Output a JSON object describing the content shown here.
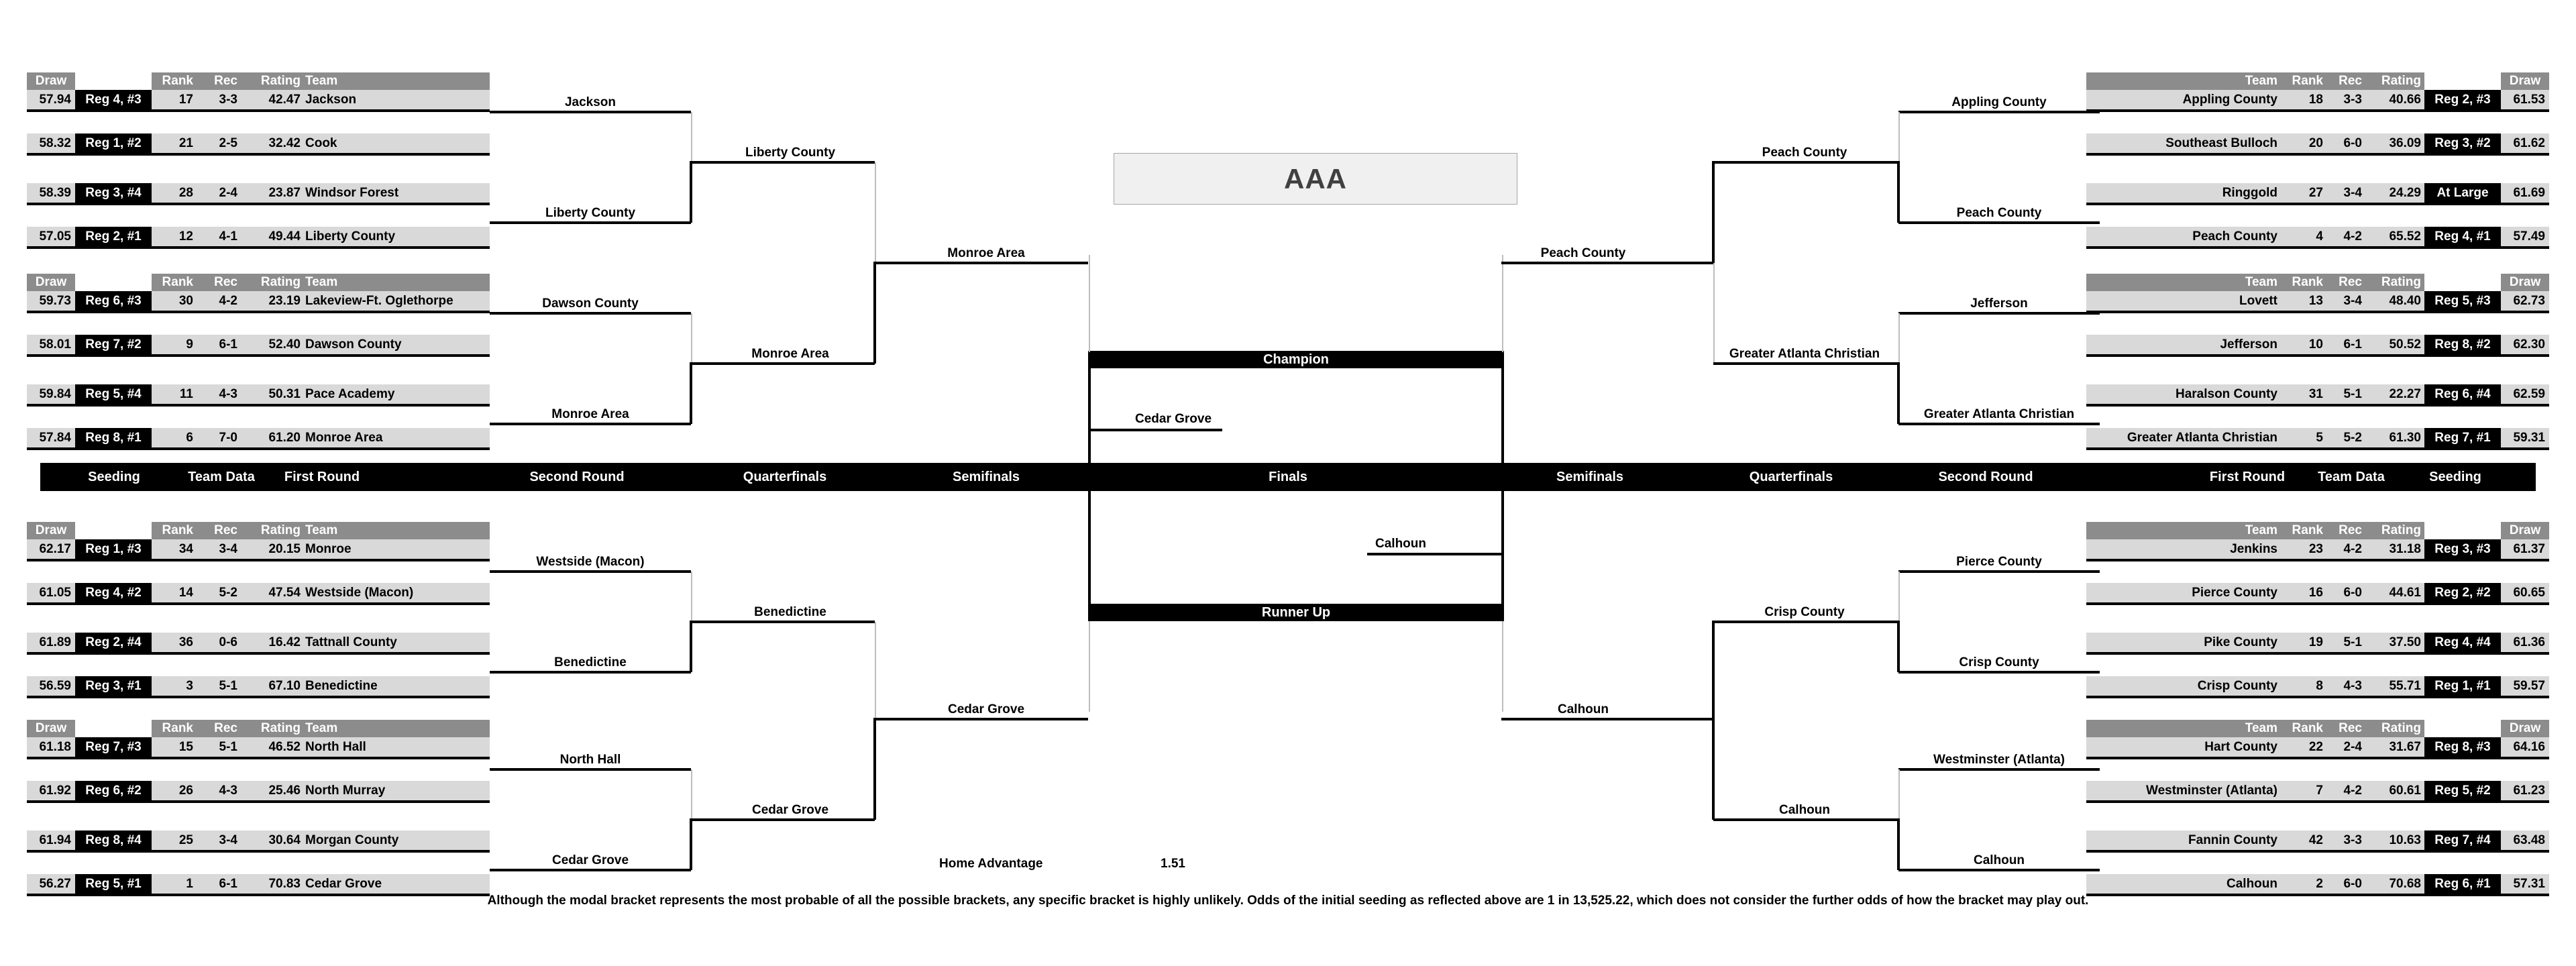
{
  "classification": {
    "title": "AAA"
  },
  "center": {
    "champion_label": "Champion",
    "runnerup_label": "Runner Up",
    "champion_team": "Cedar Grove",
    "runnerup_team": "Calhoun",
    "finals_left_team": "Cedar Grove",
    "finals_right_team": "Calhoun"
  },
  "rounds": {
    "left": [
      "Seeding",
      "Team Data",
      "First Round",
      "Second Round",
      "Quarterfinals",
      "Semifinals"
    ],
    "finals": "Finals",
    "right": [
      "Semifinals",
      "Quarterfinals",
      "Second Round",
      "First Round",
      "Team Data",
      "Seeding"
    ]
  },
  "columns": {
    "draw": "Draw",
    "rank": "Rank",
    "rec": "Rec",
    "rating": "Rating",
    "team": "Team"
  },
  "home_advantage": {
    "label": "Home Advantage",
    "value": "1.51"
  },
  "footnote": "Although the modal bracket represents the most probable of all the possible brackets, any specific bracket is highly unlikely.  Odds of the initial seeding as reflected above are 1 in 13,525.22, which does not consider the further odds of how the bracket may play out.",
  "quadrants": {
    "tl": {
      "rows": [
        {
          "draw": "57.94",
          "seed": "Reg 4, #3",
          "rank": "17",
          "rec": "3-3",
          "rating": "42.47",
          "team": "Jackson"
        },
        {
          "draw": "58.32",
          "seed": "Reg 1, #2",
          "rank": "21",
          "rec": "2-5",
          "rating": "32.42",
          "team": "Cook"
        },
        {
          "draw": "58.39",
          "seed": "Reg 3, #4",
          "rank": "28",
          "rec": "2-4",
          "rating": "23.87",
          "team": "Windsor Forest"
        },
        {
          "draw": "57.05",
          "seed": "Reg 2, #1",
          "rank": "12",
          "rec": "4-1",
          "rating": "49.44",
          "team": "Liberty County"
        }
      ]
    },
    "ml": {
      "rows": [
        {
          "draw": "59.73",
          "seed": "Reg 6, #3",
          "rank": "30",
          "rec": "4-2",
          "rating": "23.19",
          "team": "Lakeview-Ft. Oglethorpe"
        },
        {
          "draw": "58.01",
          "seed": "Reg 7, #2",
          "rank": "9",
          "rec": "6-1",
          "rating": "52.40",
          "team": "Dawson County"
        },
        {
          "draw": "59.84",
          "seed": "Reg 5, #4",
          "rank": "11",
          "rec": "4-3",
          "rating": "50.31",
          "team": "Pace Academy"
        },
        {
          "draw": "57.84",
          "seed": "Reg 8, #1",
          "rank": "6",
          "rec": "7-0",
          "rating": "61.20",
          "team": "Monroe Area"
        }
      ]
    },
    "bl": {
      "rows": [
        {
          "draw": "62.17",
          "seed": "Reg 1, #3",
          "rank": "34",
          "rec": "3-4",
          "rating": "20.15",
          "team": "Monroe"
        },
        {
          "draw": "61.05",
          "seed": "Reg 4, #2",
          "rank": "14",
          "rec": "5-2",
          "rating": "47.54",
          "team": "Westside (Macon)"
        },
        {
          "draw": "61.89",
          "seed": "Reg 2, #4",
          "rank": "36",
          "rec": "0-6",
          "rating": "16.42",
          "team": "Tattnall County"
        },
        {
          "draw": "56.59",
          "seed": "Reg 3, #1",
          "rank": "3",
          "rec": "5-1",
          "rating": "67.10",
          "team": "Benedictine"
        }
      ]
    },
    "bl2": {
      "rows": [
        {
          "draw": "61.18",
          "seed": "Reg 7, #3",
          "rank": "15",
          "rec": "5-1",
          "rating": "46.52",
          "team": "North Hall"
        },
        {
          "draw": "61.92",
          "seed": "Reg 6, #2",
          "rank": "26",
          "rec": "4-3",
          "rating": "25.46",
          "team": "North Murray"
        },
        {
          "draw": "61.94",
          "seed": "Reg 8, #4",
          "rank": "25",
          "rec": "3-4",
          "rating": "30.64",
          "team": "Morgan County"
        },
        {
          "draw": "56.27",
          "seed": "Reg 5, #1",
          "rank": "1",
          "rec": "6-1",
          "rating": "70.83",
          "team": "Cedar Grove"
        }
      ]
    },
    "tr": {
      "rows": [
        {
          "team": "Appling County",
          "rank": "18",
          "rec": "3-3",
          "rating": "40.66",
          "seed": "Reg 2, #3",
          "draw": "61.53"
        },
        {
          "team": "Southeast Bulloch",
          "rank": "20",
          "rec": "6-0",
          "rating": "36.09",
          "seed": "Reg 3, #2",
          "draw": "61.62"
        },
        {
          "team": "Ringgold",
          "rank": "27",
          "rec": "3-4",
          "rating": "24.29",
          "seed": "At Large",
          "draw": "61.69"
        },
        {
          "team": "Peach County",
          "rank": "4",
          "rec": "4-2",
          "rating": "65.52",
          "seed": "Reg 4, #1",
          "draw": "57.49"
        }
      ]
    },
    "mr": {
      "rows": [
        {
          "team": "Lovett",
          "rank": "13",
          "rec": "3-4",
          "rating": "48.40",
          "seed": "Reg 5, #3",
          "draw": "62.73"
        },
        {
          "team": "Jefferson",
          "rank": "10",
          "rec": "6-1",
          "rating": "50.52",
          "seed": "Reg 8, #2",
          "draw": "62.30"
        },
        {
          "team": "Haralson County",
          "rank": "31",
          "rec": "5-1",
          "rating": "22.27",
          "seed": "Reg 6, #4",
          "draw": "62.59"
        },
        {
          "team": "Greater Atlanta Christian",
          "rank": "5",
          "rec": "5-2",
          "rating": "61.30",
          "seed": "Reg 7, #1",
          "draw": "59.31"
        }
      ]
    },
    "br": {
      "rows": [
        {
          "team": "Jenkins",
          "rank": "23",
          "rec": "4-2",
          "rating": "31.18",
          "seed": "Reg 3, #3",
          "draw": "61.37"
        },
        {
          "team": "Pierce County",
          "rank": "16",
          "rec": "6-0",
          "rating": "44.61",
          "seed": "Reg 2, #2",
          "draw": "60.65"
        },
        {
          "team": "Pike County",
          "rank": "19",
          "rec": "5-1",
          "rating": "37.50",
          "seed": "Reg 4, #4",
          "draw": "61.36"
        },
        {
          "team": "Crisp County",
          "rank": "8",
          "rec": "4-3",
          "rating": "55.71",
          "seed": "Reg 1, #1",
          "draw": "59.57"
        }
      ]
    },
    "br2": {
      "rows": [
        {
          "team": "Hart County",
          "rank": "22",
          "rec": "2-4",
          "rating": "31.67",
          "seed": "Reg 8, #3",
          "draw": "64.16"
        },
        {
          "team": "Westminster (Atlanta)",
          "rank": "7",
          "rec": "4-2",
          "rating": "60.61",
          "seed": "Reg 5, #2",
          "draw": "61.23"
        },
        {
          "team": "Fannin County",
          "rank": "42",
          "rec": "3-3",
          "rating": "10.63",
          "seed": "Reg 7, #4",
          "draw": "63.48"
        },
        {
          "team": "Calhoun",
          "rank": "2",
          "rec": "6-0",
          "rating": "70.68",
          "seed": "Reg 6, #1",
          "draw": "57.31"
        }
      ]
    }
  },
  "advancers": {
    "left_r1": [
      "Jackson",
      "Liberty County",
      "Dawson County",
      "Monroe Area",
      "Westside (Macon)",
      "Benedictine",
      "North Hall",
      "Cedar Grove"
    ],
    "left_r2": [
      "Liberty County",
      "Monroe Area",
      "Benedictine",
      "Cedar Grove"
    ],
    "left_r3": [
      "Monroe Area",
      "Cedar Grove"
    ],
    "left_r4": [
      "Cedar Grove"
    ],
    "right_r1": [
      "Appling County",
      "Peach County",
      "Jefferson",
      "Greater Atlanta Christian",
      "Pierce County",
      "Crisp County",
      "Westminster (Atlanta)",
      "Calhoun"
    ],
    "right_r2": [
      "Peach County",
      "Greater Atlanta Christian",
      "Crisp County",
      "Calhoun"
    ],
    "right_r3": [
      "Peach County",
      "Calhoun"
    ],
    "right_r4": [
      "Calhoun"
    ]
  }
}
